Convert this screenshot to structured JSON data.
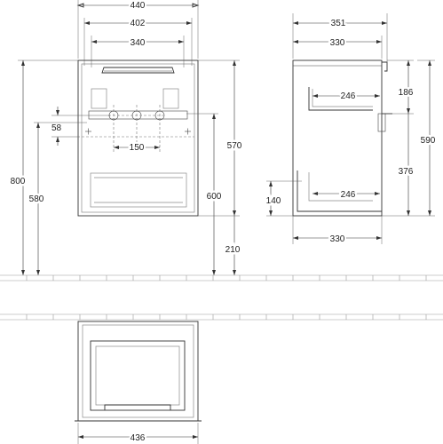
{
  "front_view": {
    "width_overall": "440",
    "width_inner": "402",
    "width_handle": "340",
    "tap_spacing": "150",
    "tap_offset": "58",
    "height_total": "800",
    "height_580": "580",
    "height_570": "570",
    "height_600": "600",
    "floor_gap": "210"
  },
  "side_view": {
    "depth_top": "351",
    "depth_body": "330",
    "depth_bottom": "330",
    "shelf_upper_depth": "246",
    "shelf_lower_depth": "246",
    "height_186": "186",
    "height_590": "590",
    "height_376": "376",
    "height_140": "140"
  },
  "top_view": {
    "width": "436"
  }
}
